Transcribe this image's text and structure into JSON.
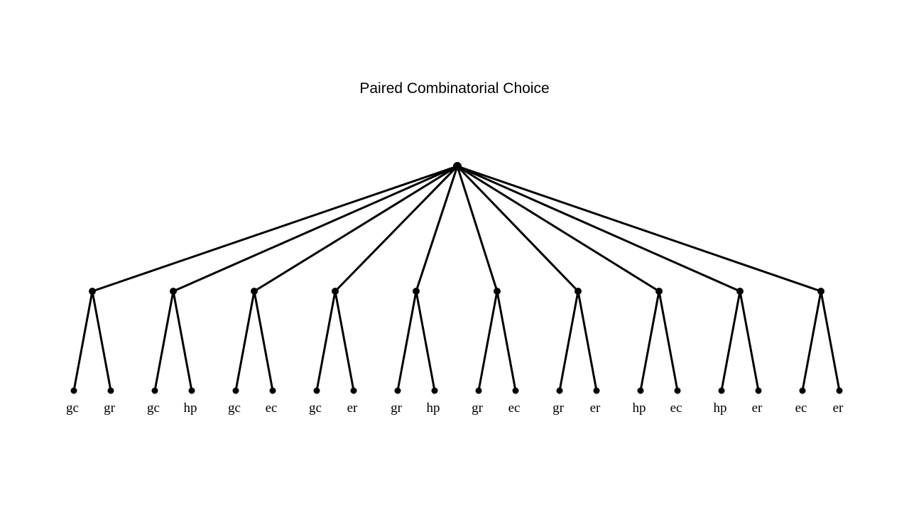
{
  "title": "Paired Combinatorial Choice",
  "colors": {
    "line": "#000000",
    "node": "#000000",
    "background": "#ffffff"
  },
  "tree": {
    "root": "",
    "pairs": [
      [
        "gc",
        "gr"
      ],
      [
        "gc",
        "hp"
      ],
      [
        "gc",
        "ec"
      ],
      [
        "gc",
        "er"
      ],
      [
        "gr",
        "hp"
      ],
      [
        "gr",
        "ec"
      ],
      [
        "gr",
        "er"
      ],
      [
        "hp",
        "ec"
      ],
      [
        "hp",
        "er"
      ],
      [
        "ec",
        "er"
      ]
    ]
  }
}
